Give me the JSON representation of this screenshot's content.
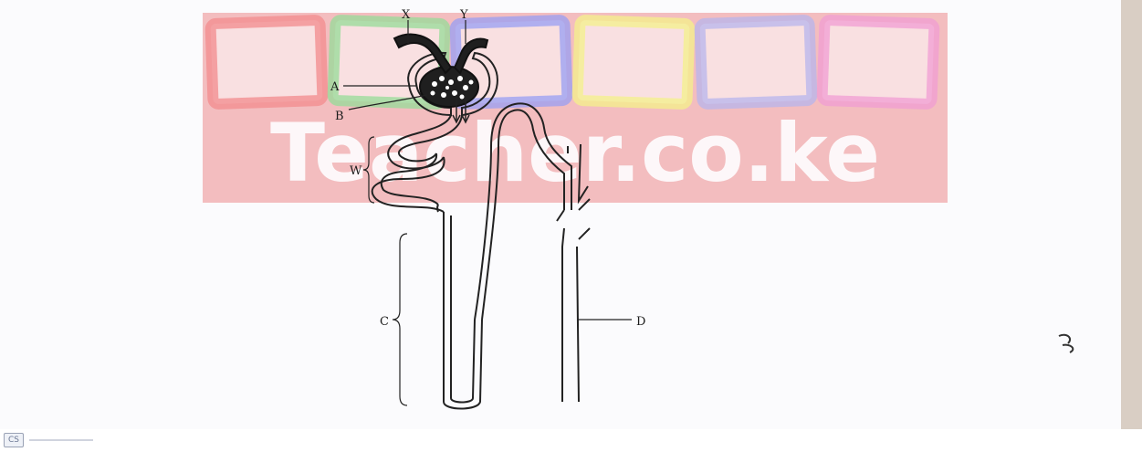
{
  "watermark": {
    "text": "Teacher.co.ke",
    "frames": [
      {
        "color": "#f06f71"
      },
      {
        "color": "#7cd47f"
      },
      {
        "color": "#7f87f0"
      },
      {
        "color": "#f2ef6e"
      },
      {
        "color": "#a6a3e8"
      },
      {
        "color": "#ee86c8"
      }
    ],
    "text_color": "#ea6d70"
  },
  "diagram": {
    "labels": {
      "x": "X",
      "y": "Y",
      "a": "A",
      "b": "B",
      "w": "W",
      "c": "C",
      "d": "D"
    },
    "line_color": "#222222"
  },
  "scanner": {
    "logo_text": "CS"
  }
}
